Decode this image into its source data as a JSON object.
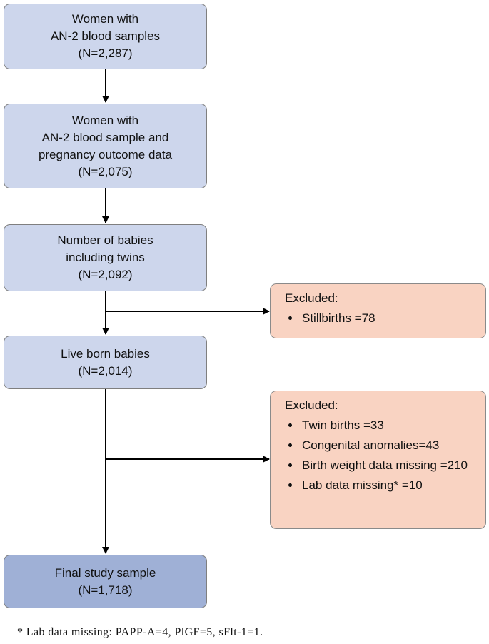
{
  "boxes": {
    "b1": {
      "lines": [
        "Women with",
        "AN-2 blood samples",
        "(N=2,287)"
      ]
    },
    "b2": {
      "lines": [
        "Women with",
        "AN-2 blood sample and",
        "pregnancy outcome data",
        "(N=2,075)"
      ]
    },
    "b3": {
      "lines": [
        "Number of babies",
        "including twins",
        "(N=2,092)"
      ]
    },
    "b4": {
      "lines": [
        "Live born babies",
        "(N=2,014)"
      ]
    },
    "final": {
      "lines": [
        "Final study sample",
        "(N=1,718)"
      ]
    }
  },
  "exclusions": {
    "e1": {
      "title": "Excluded:",
      "items": [
        "Stillbirths =78"
      ]
    },
    "e2": {
      "title": "Excluded:",
      "items": [
        "Twin births =33",
        "Congenital anomalies=43",
        "Birth weight data missing =210",
        "Lab data missing* =10"
      ]
    }
  },
  "footnote": "* Lab data missing: PAPP-A=4, PlGF=5, sFlt-1=1."
}
